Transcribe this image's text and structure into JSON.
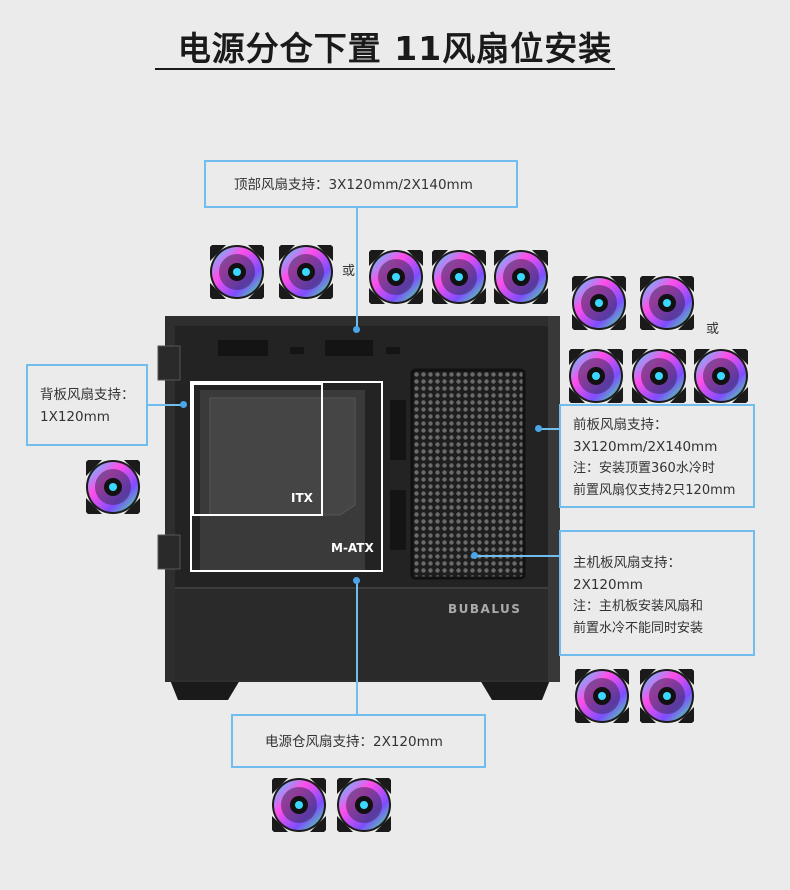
{
  "title": "电源分仓下置 11风扇位安装",
  "callouts": {
    "top": {
      "lines": [
        "顶部风扇支持：3X120mm/2X140mm"
      ]
    },
    "rear": {
      "lines": [
        "背板风扇支持：",
        "1X120mm"
      ]
    },
    "front": {
      "lines": [
        "前板风扇支持：",
        "3X120mm/2X140mm"
      ],
      "notes": [
        "注：安装顶置360水冷时",
        "前置风扇仅支持2只120mm"
      ]
    },
    "motherboard": {
      "lines": [
        "主机板风扇支持：",
        "2X120mm"
      ],
      "notes": [
        "注：主机板安装风扇和",
        "前置水冷不能同时安装"
      ]
    },
    "psu": {
      "lines": [
        "电源仓风扇支持：2X120mm"
      ]
    }
  },
  "or_label": "或",
  "board_labels": {
    "itx": "ITX",
    "matx": "M-ATX"
  },
  "brand": "BUBALUS",
  "fan_icon": "rgb-fan-icon",
  "colors": {
    "accent": "#72bdf0",
    "case": "#2b2b2b",
    "background": "#ebebeb"
  }
}
